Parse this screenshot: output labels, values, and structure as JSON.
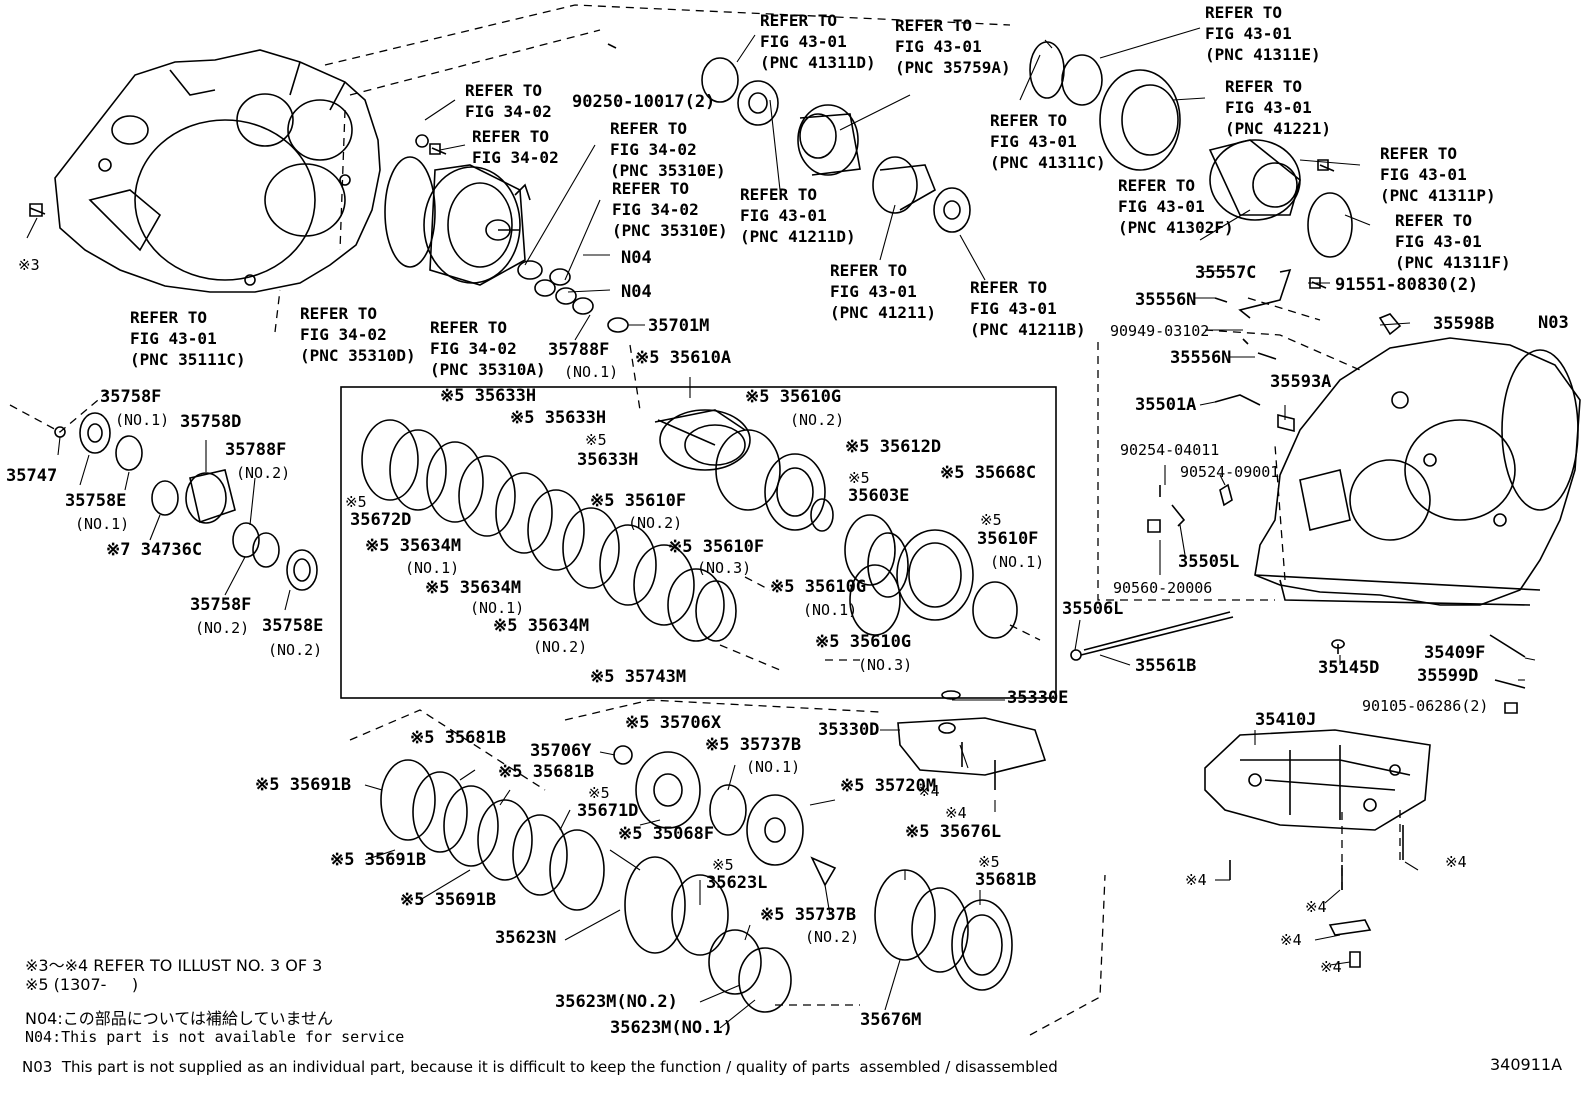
{
  "diagram_id": "340911A",
  "refer_labels": [
    {
      "id": "r1",
      "lines": [
        "REFER TO",
        "FIG 43-01",
        "(PNC 41311D)"
      ]
    },
    {
      "id": "r2",
      "lines": [
        "REFER TO",
        "FIG 43-01",
        "(PNC 35759A)"
      ]
    },
    {
      "id": "r3",
      "lines": [
        "REFER TO",
        "FIG 43-01",
        "(PNC 41311E)"
      ]
    },
    {
      "id": "r4",
      "lines": [
        "REFER TO",
        "FIG 34-02"
      ]
    },
    {
      "id": "r5",
      "lines": [
        "REFER TO",
        "FIG 34-02"
      ]
    },
    {
      "id": "r6",
      "lines": [
        "REFER TO",
        "FIG 34-02",
        "(PNC 35310E)"
      ]
    },
    {
      "id": "r7",
      "lines": [
        "REFER TO",
        "FIG 34-02",
        "(PNC 35310E)"
      ]
    },
    {
      "id": "r8",
      "lines": [
        "REFER TO",
        "FIG 43-01",
        "(PNC 41211D)"
      ]
    },
    {
      "id": "r9",
      "lines": [
        "REFER TO",
        "FIG 43-01",
        "(PNC 41311C)"
      ]
    },
    {
      "id": "r10",
      "lines": [
        "REFER TO",
        "FIG 43-01",
        "(PNC 41221)"
      ]
    },
    {
      "id": "r11",
      "lines": [
        "REFER TO",
        "FIG 43-01",
        "(PNC 41302F)"
      ]
    },
    {
      "id": "r12",
      "lines": [
        "REFER TO",
        "FIG 43-01",
        "(PNC 41311P)"
      ]
    },
    {
      "id": "r13",
      "lines": [
        "REFER TO",
        "FIG 43-01",
        "(PNC 41311F)"
      ]
    },
    {
      "id": "r14",
      "lines": [
        "REFER TO",
        "FIG 43-01",
        "(PNC 41211)"
      ]
    },
    {
      "id": "r15",
      "lines": [
        "REFER TO",
        "FIG 43-01",
        "(PNC 41211B)"
      ]
    },
    {
      "id": "r16",
      "lines": [
        "REFER TO",
        "FIG 43-01",
        "(PNC 35111C)"
      ]
    },
    {
      "id": "r17",
      "lines": [
        "REFER TO",
        "FIG 34-02",
        "(PNC 35310D)"
      ]
    },
    {
      "id": "r18",
      "lines": [
        "REFER TO",
        "FIG 34-02",
        "(PNC 35310A)"
      ]
    }
  ],
  "part_labels": [
    {
      "id": "p1",
      "text": "90250-10017(2)"
    },
    {
      "id": "p2",
      "text": "N04"
    },
    {
      "id": "p3",
      "text": "N04"
    },
    {
      "id": "p4",
      "text": "35701M"
    },
    {
      "id": "p5",
      "text": "35788F"
    },
    {
      "id": "p6",
      "text": "(NO.1)"
    },
    {
      "id": "p7",
      "text": "※5 35610A"
    },
    {
      "id": "p8",
      "text": "※3"
    },
    {
      "id": "p9",
      "text": "35758F"
    },
    {
      "id": "p10",
      "text": "(NO.1)"
    },
    {
      "id": "p11",
      "text": "35758D"
    },
    {
      "id": "p12",
      "text": "35788F"
    },
    {
      "id": "p13",
      "text": "(NO.2)"
    },
    {
      "id": "p14",
      "text": "35747"
    },
    {
      "id": "p15",
      "text": "35758E"
    },
    {
      "id": "p16",
      "text": "(NO.1)"
    },
    {
      "id": "p17",
      "text": "※7 34736C"
    },
    {
      "id": "p18",
      "text": "35758F"
    },
    {
      "id": "p19",
      "text": "(NO.2)"
    },
    {
      "id": "p20",
      "text": "35758E"
    },
    {
      "id": "p21",
      "text": "(NO.2)"
    },
    {
      "id": "p22",
      "text": "※5 35633H"
    },
    {
      "id": "p23",
      "text": "※5 35633H"
    },
    {
      "id": "p24",
      "text": "※5"
    },
    {
      "id": "p25",
      "text": "35633H"
    },
    {
      "id": "p26",
      "text": "※5 35610F"
    },
    {
      "id": "p27",
      "text": "(NO.2)"
    },
    {
      "id": "p28",
      "text": "※5"
    },
    {
      "id": "p29",
      "text": "35672D"
    },
    {
      "id": "p30",
      "text": "※5 35634M"
    },
    {
      "id": "p31",
      "text": "(NO.1)"
    },
    {
      "id": "p32",
      "text": "※5 35634M"
    },
    {
      "id": "p33",
      "text": "(NO.1)"
    },
    {
      "id": "p34",
      "text": "※5 35634M"
    },
    {
      "id": "p35",
      "text": "(NO.2)"
    },
    {
      "id": "p36",
      "text": "※5 35610F"
    },
    {
      "id": "p37",
      "text": "(NO.3)"
    },
    {
      "id": "p38",
      "text": "※5 35743M"
    },
    {
      "id": "p39",
      "text": "※5 35610G"
    },
    {
      "id": "p40",
      "text": "(NO.2)"
    },
    {
      "id": "p41",
      "text": "※5 35612D"
    },
    {
      "id": "p42",
      "text": "※5"
    },
    {
      "id": "p43",
      "text": "35603E"
    },
    {
      "id": "p44",
      "text": "※5 35668C"
    },
    {
      "id": "p45",
      "text": "※5"
    },
    {
      "id": "p46",
      "text": "35610F"
    },
    {
      "id": "p47",
      "text": "(NO.1)"
    },
    {
      "id": "p48",
      "text": "※5 35610G"
    },
    {
      "id": "p49",
      "text": "(NO.1)"
    },
    {
      "id": "p50",
      "text": "※5 35610G"
    },
    {
      "id": "p51",
      "text": "(NO.3)"
    },
    {
      "id": "p52",
      "text": "35557C"
    },
    {
      "id": "p53",
      "text": "35556N"
    },
    {
      "id": "p54",
      "text": "91551-80830(2)"
    },
    {
      "id": "p55",
      "text": "90949-03102"
    },
    {
      "id": "p56",
      "text": "35598B"
    },
    {
      "id": "p57",
      "text": "N03"
    },
    {
      "id": "p58",
      "text": "35556N"
    },
    {
      "id": "p59",
      "text": "35593A"
    },
    {
      "id": "p60",
      "text": "35501A"
    },
    {
      "id": "p61",
      "text": "90254-04011"
    },
    {
      "id": "p62",
      "text": "90524-09001"
    },
    {
      "id": "p63",
      "text": "35505L"
    },
    {
      "id": "p64",
      "text": "90560-20006"
    },
    {
      "id": "p65",
      "text": "35506L"
    },
    {
      "id": "p66",
      "text": "35561B"
    },
    {
      "id": "p67",
      "text": "35145D"
    },
    {
      "id": "p68",
      "text": "35409F"
    },
    {
      "id": "p69",
      "text": "35599D"
    },
    {
      "id": "p70",
      "text": "90105-06286(2)"
    },
    {
      "id": "p71",
      "text": "35410J"
    },
    {
      "id": "p72",
      "text": "35330E"
    },
    {
      "id": "p73",
      "text": "35330D"
    },
    {
      "id": "p74",
      "text": "※4"
    },
    {
      "id": "p75",
      "text": "※4"
    },
    {
      "id": "p76",
      "text": "※5 35720M"
    },
    {
      "id": "p77",
      "text": "※5 35681B"
    },
    {
      "id": "p78",
      "text": "35706Y"
    },
    {
      "id": "p79",
      "text": "※5 35706X"
    },
    {
      "id": "p80",
      "text": "※5 35737B"
    },
    {
      "id": "p81",
      "text": "(NO.1)"
    },
    {
      "id": "p82",
      "text": "※5 35691B"
    },
    {
      "id": "p83",
      "text": "※5 35681B"
    },
    {
      "id": "p84",
      "text": "※5"
    },
    {
      "id": "p85",
      "text": "35671D"
    },
    {
      "id": "p86",
      "text": "※5 35068F"
    },
    {
      "id": "p87",
      "text": "※5 35691B"
    },
    {
      "id": "p88",
      "text": "※5"
    },
    {
      "id": "p89",
      "text": "35623L"
    },
    {
      "id": "p90",
      "text": "※5 35691B"
    },
    {
      "id": "p91",
      "text": "※5 35737B"
    },
    {
      "id": "p92",
      "text": "(NO.2)"
    },
    {
      "id": "p93",
      "text": "35623N"
    },
    {
      "id": "p94",
      "text": "※5 35676L"
    },
    {
      "id": "p95",
      "text": "※5"
    },
    {
      "id": "p96",
      "text": "35681B"
    },
    {
      "id": "p97",
      "text": "35623M(NO.2)"
    },
    {
      "id": "p98",
      "text": "35623M(NO.1)"
    },
    {
      "id": "p99",
      "text": "35676M"
    },
    {
      "id": "p100",
      "text": "※4"
    },
    {
      "id": "p101",
      "text": "※4"
    },
    {
      "id": "p102",
      "text": "※4"
    },
    {
      "id": "p103",
      "text": "※4"
    },
    {
      "id": "p104",
      "text": "※4"
    }
  ],
  "footnotes": [
    "※3～※4 REFER TO ILLUST NO. 3 OF 3",
    "※5 (1307-     )",
    "N04:この部品については補給していません",
    "N04:This part is not available for service",
    "N03  This part is not supplied as an individual part, because it is difficult to keep the function / quality of parts  assembled / disassembled"
  ]
}
